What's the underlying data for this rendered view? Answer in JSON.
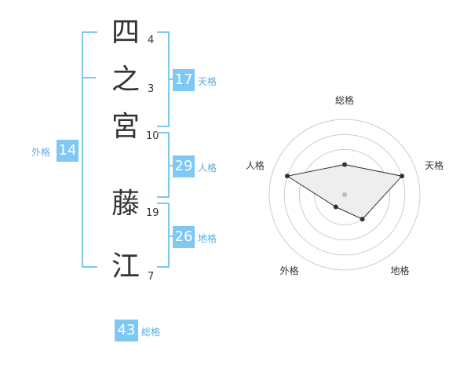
{
  "name_chars": [
    {
      "char": "四",
      "strokes": "4"
    },
    {
      "char": "之",
      "strokes": "3"
    },
    {
      "char": "宮",
      "strokes": "10"
    },
    {
      "char": "藤",
      "strokes": "19"
    },
    {
      "char": "江",
      "strokes": "7"
    }
  ],
  "fortune": {
    "tenkaku": {
      "value": "17",
      "label": "天格"
    },
    "jinkaku": {
      "value": "29",
      "label": "人格"
    },
    "chikaku": {
      "value": "26",
      "label": "地格"
    },
    "gaikaku": {
      "value": "14",
      "label": "外格"
    },
    "soukaku": {
      "value": "43",
      "label": "総格"
    }
  },
  "radar": {
    "labels": [
      "総格",
      "天格",
      "地格",
      "外格",
      "人格"
    ],
    "values": [
      2,
      4,
      2,
      1,
      4
    ],
    "max": 5,
    "colors": {
      "grid": "#cccccc",
      "fill": "#eeeeee",
      "line": "#333333",
      "center": "#bbbbbb"
    }
  },
  "colors": {
    "accent": "#7ec8f2",
    "label": "#5aaee0",
    "text": "#333333"
  }
}
